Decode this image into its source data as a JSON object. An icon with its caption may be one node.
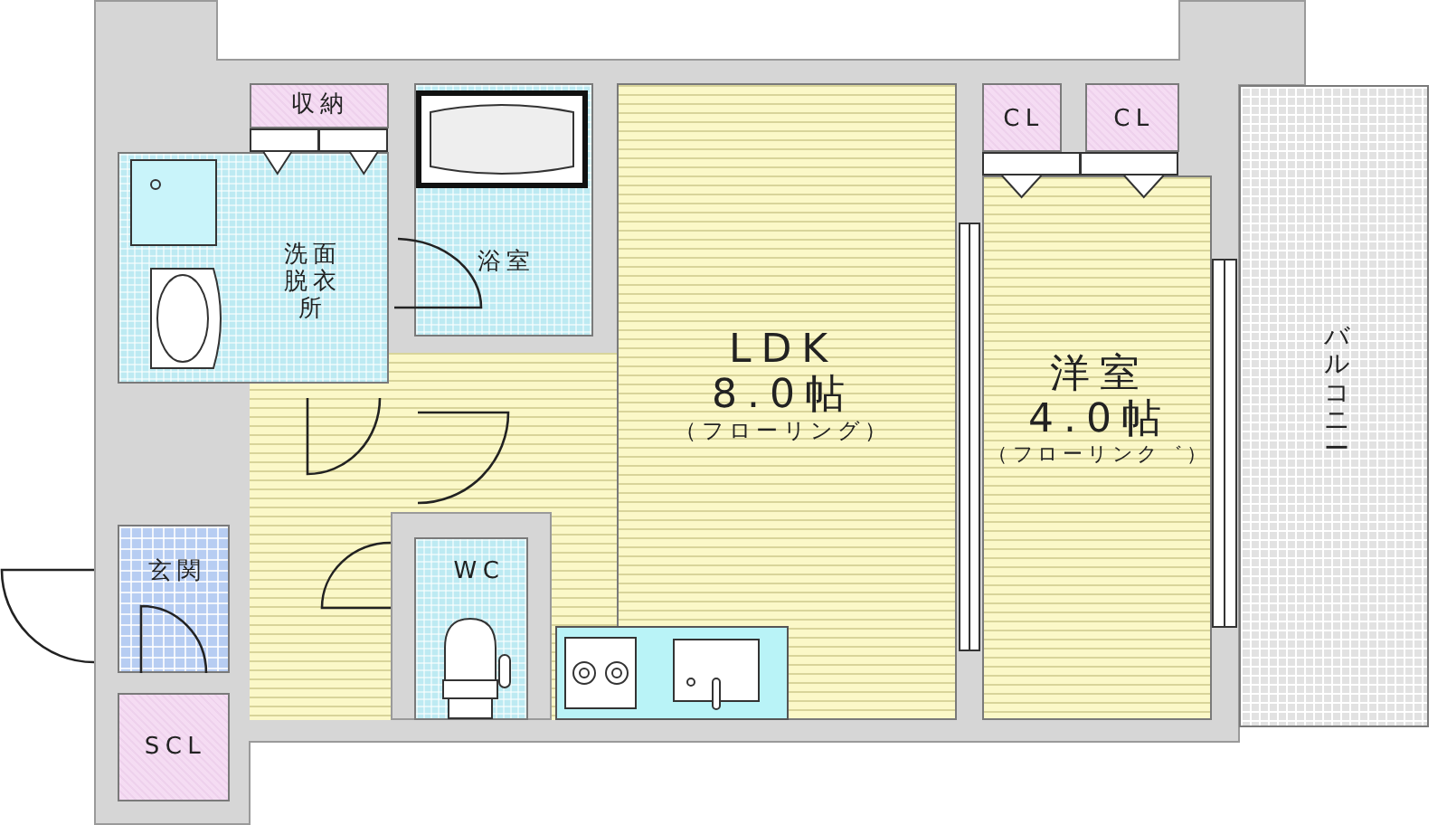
{
  "diagram": {
    "nodes": [
      {
        "text": [
          "収納"
        ]
      },
      {
        "text": [
          "洗面脱衣所"
        ]
      },
      {
        "text": [
          "浴室"
        ]
      },
      {
        "text": [
          "LDK",
          "8.0帖",
          "（フローリング）"
        ]
      },
      {
        "text": [
          "CL"
        ]
      },
      {
        "text": [
          "CL"
        ]
      },
      {
        "text": [
          "洋室",
          "4.0帖",
          "（フローリンク゛）"
        ]
      },
      {
        "text": [
          "バルコニー"
        ]
      },
      {
        "text": [
          "玄関"
        ]
      },
      {
        "text": [
          "WC"
        ]
      },
      {
        "text": [
          "SCL"
        ]
      }
    ]
  }
}
